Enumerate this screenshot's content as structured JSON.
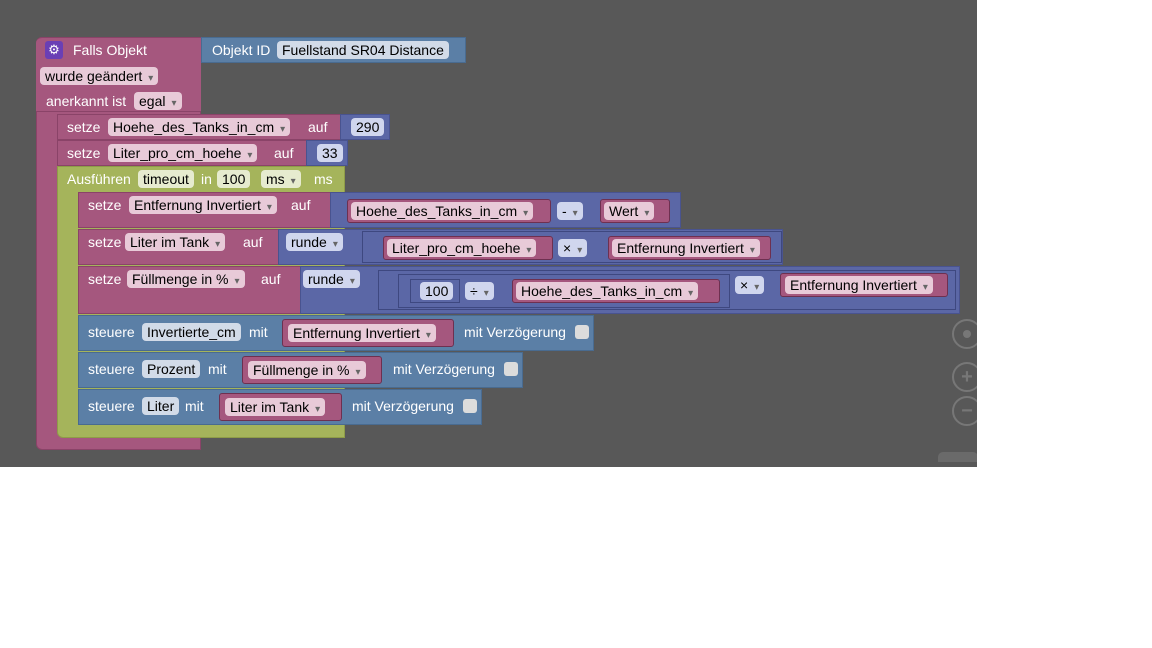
{
  "event_block": {
    "label": "Falls Objekt",
    "object_id_label": "Objekt ID",
    "object_id_value": "Fuellstand SR04  Distance",
    "changed_label": "wurde geändert",
    "ack_label": "anerkannt ist",
    "ack_value": "egal"
  },
  "set_tank_height": {
    "label": "setze",
    "var": "Hoehe_des_Tanks_in_cm",
    "on": "auf",
    "value": "290"
  },
  "set_liter_per_cm": {
    "label": "setze",
    "var": "Liter_pro_cm_hoehe",
    "on": "auf",
    "value": "33"
  },
  "timeout_block": {
    "label": "Ausführen",
    "timeout": "timeout",
    "in": "in",
    "delay": "100",
    "unit_select": "ms",
    "unit": "ms"
  },
  "set_distance_inverted": {
    "label": "setze",
    "var": "Entfernung Invertiert",
    "on": "auf",
    "left": "Hoehe_des_Tanks_in_cm",
    "op": "-",
    "right": "Wert"
  },
  "set_liter_in_tank": {
    "label": "setze",
    "var": "Liter im Tank",
    "on": "auf",
    "round": "runde",
    "left": "Liter_pro_cm_hoehe",
    "op": "×",
    "right": "Entfernung Invertiert"
  },
  "set_fill_percent": {
    "label": "setze",
    "var": "Füllmenge in %",
    "on": "auf",
    "round": "runde",
    "num": "100",
    "div": "÷",
    "divisor": "Hoehe_des_Tanks_in_cm",
    "op": "×",
    "right": "Entfernung Invertiert"
  },
  "control_inverted": {
    "label": "steuere",
    "target": "Invertierte_cm",
    "with": "mit",
    "value": "Entfernung Invertiert",
    "delay": "mit Verzögerung"
  },
  "control_percent": {
    "label": "steuere",
    "target": "Prozent",
    "with": "mit",
    "value": "Füllmenge in %",
    "delay": "mit Verzögerung"
  },
  "control_liter": {
    "label": "steuere",
    "target": "Liter",
    "with": "mit",
    "value": "Liter im Tank",
    "delay": "mit Verzögerung"
  },
  "controls": {
    "zoom_in": "+",
    "zoom_out": "−"
  }
}
